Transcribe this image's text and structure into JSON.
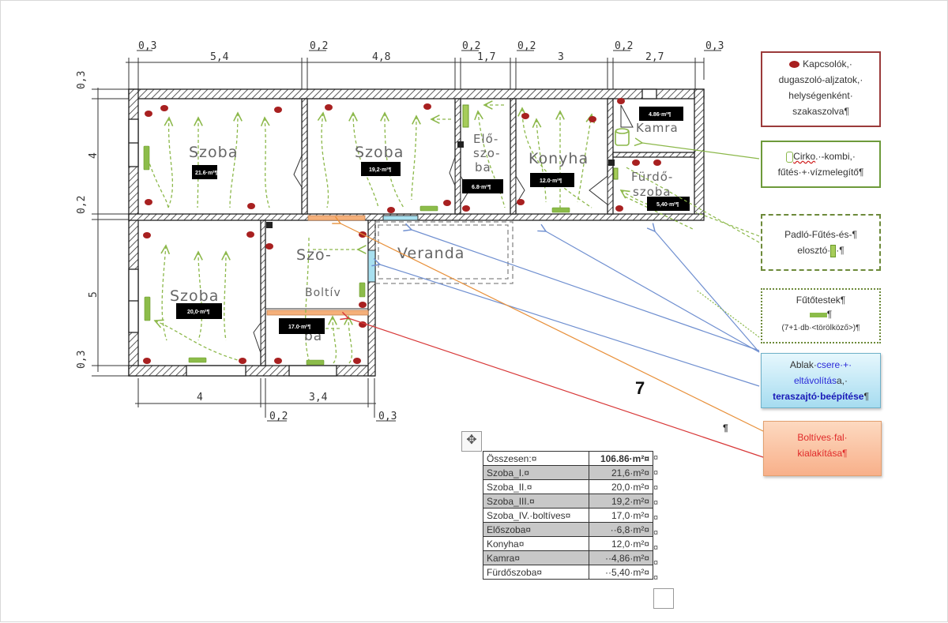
{
  "dimensions": {
    "top": [
      "0,3",
      "5,4",
      "0,2",
      "4,8",
      "0,2",
      "1,7",
      "0,2",
      "3",
      "0,2",
      "2,7",
      "0,3"
    ],
    "left": [
      "0,3",
      "4",
      "0,2",
      "5",
      "0,3"
    ],
    "bottom": [
      "4",
      "3,4",
      "0,2",
      "0,3"
    ]
  },
  "rooms": [
    {
      "label": "Szoba",
      "area": "21.6·m²¶"
    },
    {
      "label": "Szoba",
      "area": "19,2·m²¶"
    },
    {
      "label_lines": [
        "Elő-",
        "szo-",
        "ba"
      ],
      "area": "6.8·m²¶"
    },
    {
      "label": "Konyha",
      "area": "12.0·m²¶"
    },
    {
      "label": "Kamra",
      "area": "4.86·m²¶"
    },
    {
      "label_lines": [
        "Fürdő-",
        "szoba"
      ],
      "area": "5,40·m²¶"
    },
    {
      "label": "Szoba",
      "area": "20,0·m²¶"
    },
    {
      "label_lines": [
        "Szo-",
        "ba"
      ],
      "area": "17.0·m²¶"
    },
    {
      "label": "Veranda"
    },
    {
      "label": "Boltív"
    }
  ],
  "legend": {
    "outlets": {
      "icon": "red-dot",
      "lines": [
        "Kapcsolók,·",
        "dugaszoló-aljzatok,·",
        "helységenként·",
        "szakaszolva¶"
      ],
      "color": "#9b3a3a"
    },
    "boiler": {
      "icon": "boiler",
      "word": "Cirko",
      "rest": ".·-kombi,·",
      "line2": "fűtés·+·vízmelegítő¶",
      "color": "#6d9a3a"
    },
    "floor_heating": {
      "line1": "Padló-Fűtés-és-¶",
      "line2": "elosztó·",
      "line2_end": "·¶"
    },
    "radiators": {
      "line1": "Fűtőtestek¶",
      "line2_end": "¶",
      "line3": "(7+1·db·<törölköző>)¶"
    },
    "windows": {
      "w1": "Ablak·",
      "w2": "csere·+·",
      "w3": "eltávolítás",
      "w4": "a,·",
      "w5": "teraszajtó·beépítése",
      "w6": "¶"
    },
    "arch": {
      "line1": "Boltíves·fal·",
      "line2": "kialakítása¶"
    }
  },
  "area_table": {
    "rows": [
      {
        "name": "Összesen:¤",
        "value": "106.86·m²¤",
        "shaded": false,
        "total": true
      },
      {
        "name": "Szoba_I.¤",
        "value": "21,6·m²¤",
        "shaded": true
      },
      {
        "name": "Szoba_II.¤",
        "value": "20,0·m²¤",
        "shaded": false
      },
      {
        "name": "Szoba_III.¤",
        "value": "19,2·m²¤",
        "shaded": true
      },
      {
        "name": "Szoba_IV.·boltíves¤",
        "value": "17,0·m²¤",
        "shaded": false
      },
      {
        "name": "Előszoba¤",
        "value": "··6,8·m²¤",
        "shaded": true
      },
      {
        "name": "Konyha¤",
        "value": "12,0·m²¤",
        "shaded": false
      },
      {
        "name": "Kamra¤",
        "value": "··4,86·m²¤",
        "shaded": true
      },
      {
        "name": "Fürdőszoba¤",
        "value": "··5,40·m²¤",
        "shaded": false
      }
    ],
    "row_end_mark": "¤",
    "move_handle_icon": "✥"
  },
  "misc": {
    "pilcrow": "¶",
    "cursor_glyph": "7"
  },
  "colors": {
    "outlet": "#a82020",
    "heating": "#8cbc4a",
    "window": "#a8e0f0",
    "arch": "#f5b07a",
    "arrow_blue": "#6f8fd0",
    "arrow_orange": "#e8903a",
    "arrow_red": "#d83838"
  }
}
